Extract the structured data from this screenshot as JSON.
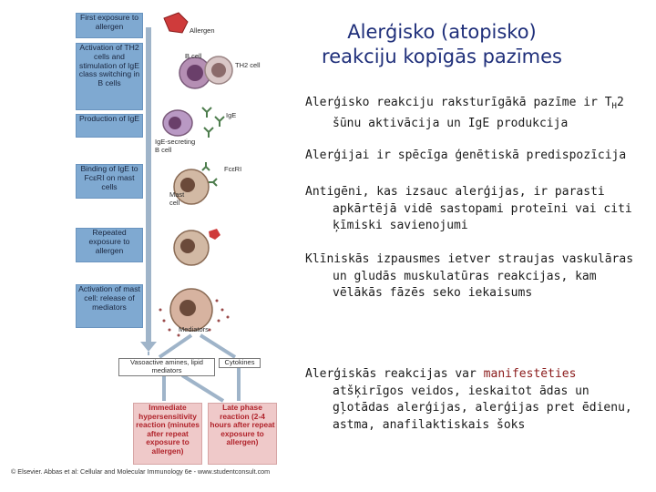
{
  "title": {
    "line1": "Alerģisko (atopisko)",
    "line2": "reakciju kopīgās pazīmes"
  },
  "bullets": [
    {
      "pre": "Alerģisko reakciju raksturīgākā pazīme ir T",
      "sub": "H",
      "post": "2 šūnu aktivācija un IgE produkcija"
    },
    {
      "text": "Alerģijai ir spēcīga ģenētiskā predispozīcija"
    },
    {
      "text": "Antigēni, kas izsauc alerģijas, ir parasti apkārtējā vidē sastopami proteīni vai citi ķīmiski savienojumi"
    },
    {
      "text": "Klīniskās izpausmes ietver straujas vaskulāras un gludās muskulatūras reakcijas, kam vēlākās fāzēs seko iekaisums"
    },
    {
      "pre": "Alerģiskās reakcijas var ",
      "highlight": "manifestēties",
      "post": " atšķirīgos veidos, ieskaitot ādas un gļotādas alerģijas, alerģijas pret ēdienu, astma, anafilaktiskais šoks"
    }
  ],
  "diagram": {
    "steps": [
      "First exposure to allergen",
      "Activation of TH2 cells and stimulation of IgE class switching in B cells",
      "Production of IgE",
      "Binding of IgE to FcεRI on mast cells",
      "Repeated exposure to allergen",
      "Activation of mast cell: release of mediators"
    ],
    "labels": {
      "allergen": "Allergen",
      "b_cell": "B cell",
      "th2_cell": "TH2 cell",
      "ige": "IgE",
      "ige_secreting": "IgE-secreting B cell",
      "fceri": "FcεRI",
      "mast_cell": "Mast cell",
      "mediators": "Mediators"
    },
    "mediator_boxes": [
      "Vasoactive amines, lipid mediators",
      "Cytokines"
    ],
    "outcomes": [
      "Immediate hypersensitivity reaction (minutes after repeat exposure to allergen)",
      "Late phase reaction (2-4 hours after repeat exposure to allergen)"
    ],
    "credit": "© Elsevier. Abbas et al: Cellular and Molecular Immunology 6e - www.studentconsult.com"
  },
  "colors": {
    "title": "#1f2f7a",
    "highlight": "#8a1a1a",
    "step_box": "#7fa9d1",
    "outcome_box": "#efc9c9",
    "outcome_text": "#b0232b"
  }
}
